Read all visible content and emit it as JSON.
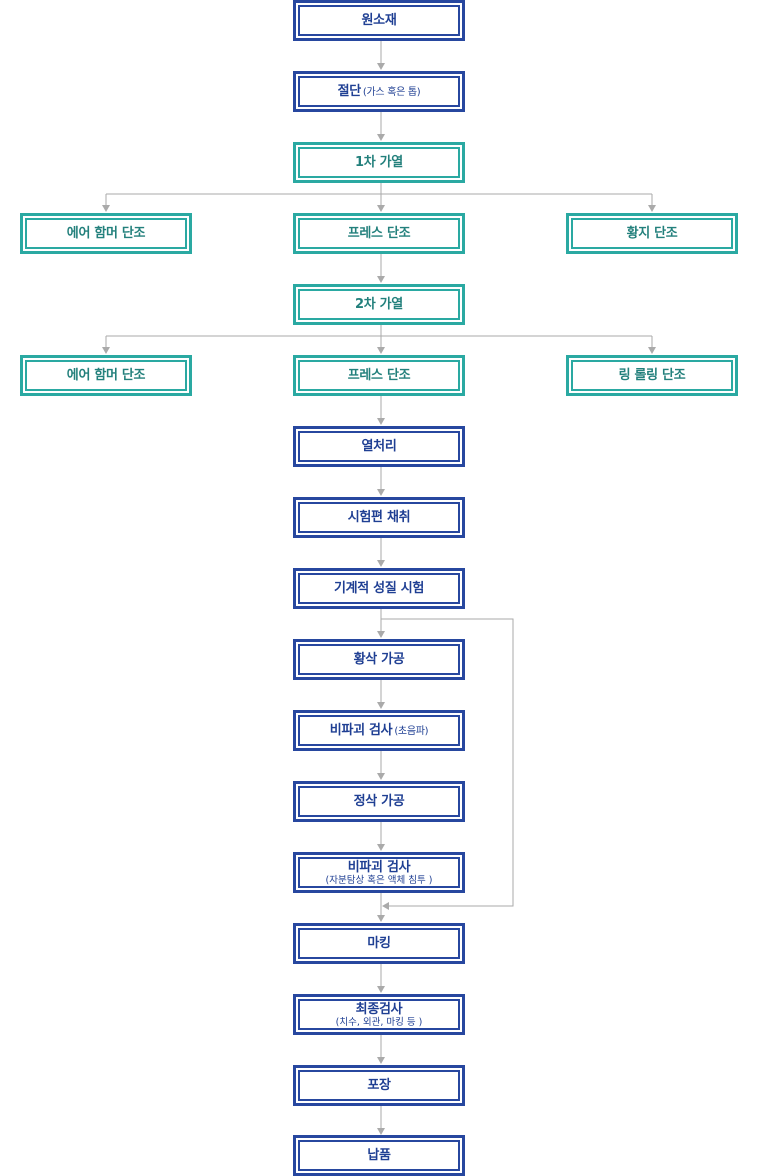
{
  "steps": {
    "raw_material": "원소재",
    "cutting": "절단",
    "cutting_note": "(가스 혹은 톱)",
    "heating1": "1차 가열",
    "air_hammer1": "에어 함머 단조",
    "press1": "프레스 단조",
    "lateral_forging": "황지 단조",
    "heating2": "2차 가열",
    "air_hammer2": "에어 함머 단조",
    "press2": "프레스 단조",
    "ring_rolling": "링 롤링 단조",
    "heat_treatment": "열처리",
    "specimen": "시험편 채취",
    "mech_test": "기계적 성질 시험",
    "rough_machining": "황삭 가공",
    "ndt_ut": "비파괴 검사",
    "ndt_ut_note": "(초음파)",
    "finish_machining": "정삭 가공",
    "ndt_mt": "비파괴 검사",
    "ndt_mt_note": "(자분탐상 혹은 액체 침투 )",
    "marking": "마킹",
    "final_inspection": "최종검사",
    "final_inspection_note": "(치수, 외관, 마킹 등 )",
    "packing": "포장",
    "delivery": "납품"
  },
  "colors": {
    "main_border": "#27479f",
    "forging_border": "#2aa9a2",
    "main_text": "#1f3f93",
    "forging_text": "#23807c",
    "connector": "#aaaaaa"
  }
}
